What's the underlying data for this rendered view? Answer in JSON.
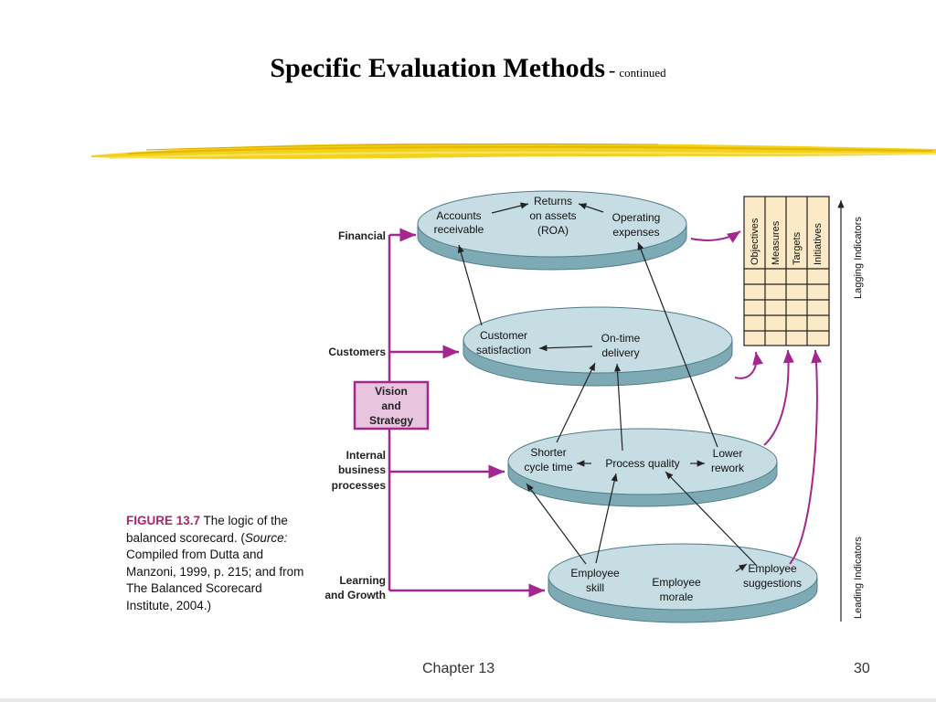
{
  "slide": {
    "title": "Specific Evaluation Methods",
    "title_separator": "-",
    "title_suffix": "continued",
    "footer_chapter": "Chapter 13",
    "page_number": "30"
  },
  "figure": {
    "caption_label": "FIGURE 13.7",
    "caption_text": "The logic of the balanced scorecard.",
    "source_label": "Source:",
    "source_text": "Compiled from Dutta and Manzoni, 1999, p. 215; and from The Balanced Scorecard Institute, 2004.)"
  },
  "diagram": {
    "perspectives": {
      "financial": "Financial",
      "customers": "Customers",
      "internal_1": "Internal",
      "internal_2": "business",
      "internal_3": "processes",
      "learning_1": "Learning",
      "learning_2": "and Growth"
    },
    "vision": {
      "line1": "Vision",
      "line2": "and",
      "line3": "Strategy"
    },
    "nodes": {
      "accounts_1": "Accounts",
      "accounts_2": "receivable",
      "returns_1": "Returns",
      "returns_2": "on assets",
      "returns_3": "(ROA)",
      "operating_1": "Operating",
      "operating_2": "expenses",
      "custsat_1": "Customer",
      "custsat_2": "satisfaction",
      "ontime_1": "On-time",
      "ontime_2": "delivery",
      "shorter_1": "Shorter",
      "shorter_2": "cycle time",
      "process_quality": "Process quality",
      "lower_1": "Lower",
      "lower_2": "rework",
      "skill_1": "Employee",
      "skill_2": "skill",
      "morale_1": "Employee",
      "morale_2": "morale",
      "suggest_1": "Employee",
      "suggest_2": "suggestions"
    },
    "scorecard_columns": [
      "Objectives",
      "Measures",
      "Targets",
      "Initiatives"
    ],
    "lagging_label": "Lagging Indicators",
    "leading_label": "Leading Indicators",
    "colors": {
      "magenta": "#a3278f",
      "ellipse_fill": "#c6dde3",
      "ellipse_side": "#7eaab6",
      "grid_fill": "#fce9c6",
      "brush": "#f2d21a"
    }
  }
}
